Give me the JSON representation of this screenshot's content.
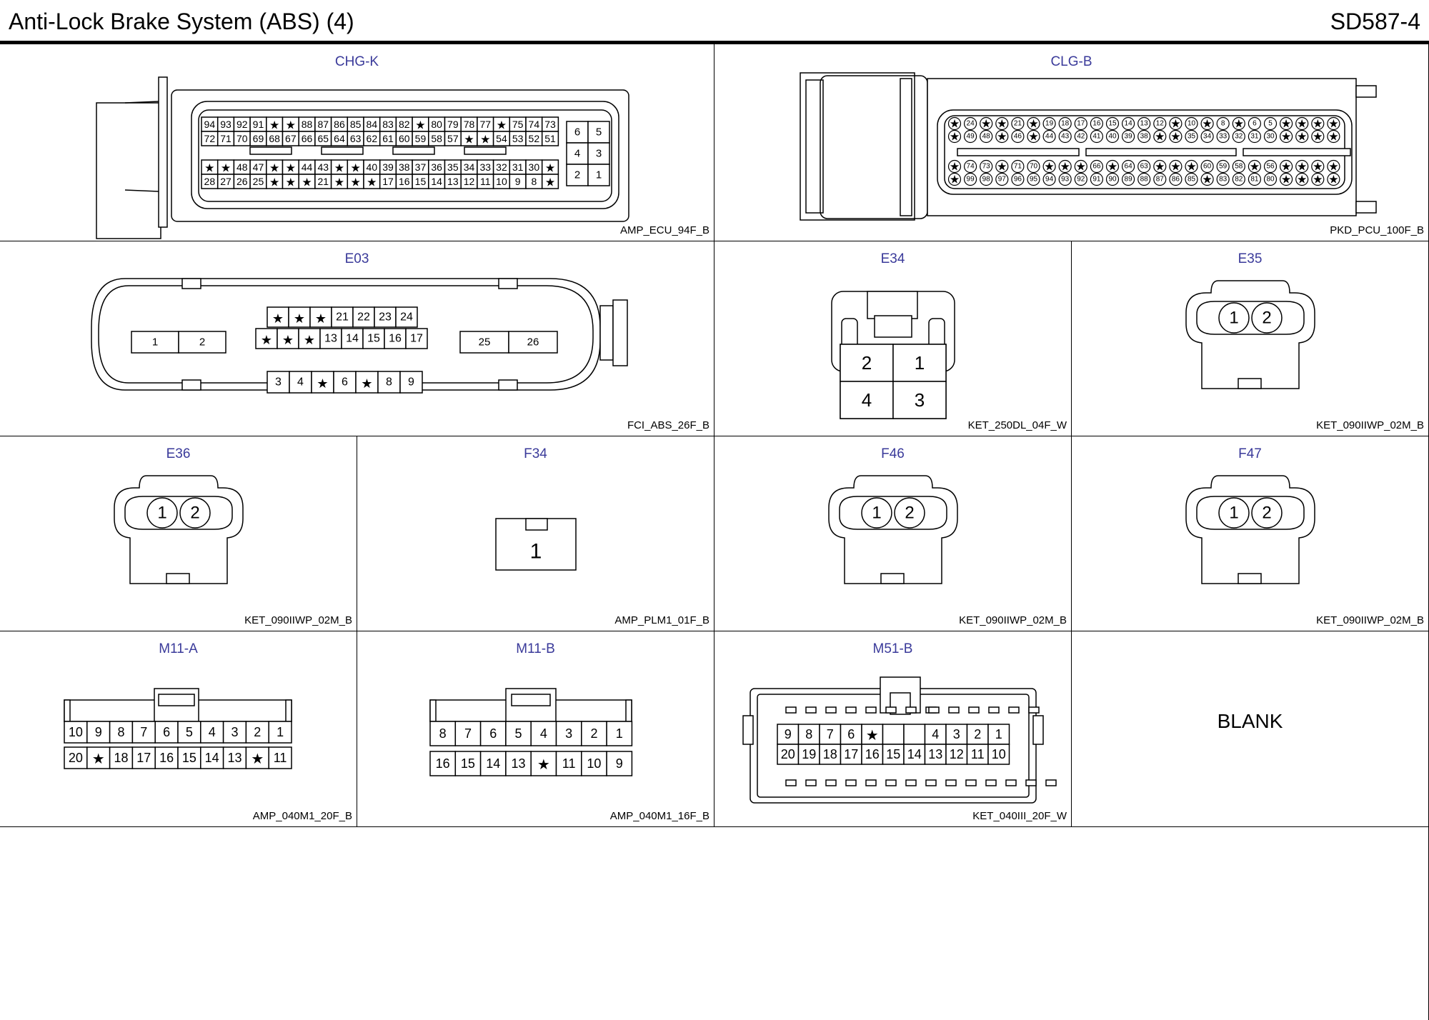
{
  "header": {
    "title": "Anti-Lock Brake System (ABS) (4)",
    "code": "SD587-4"
  },
  "connectors": {
    "chg_k": {
      "name": "CHG-K",
      "code": "AMP_ECU_94F_B",
      "rows": [
        [
          "94",
          "93",
          "92",
          "91",
          "*",
          "*",
          "88",
          "87",
          "86",
          "85",
          "84",
          "83",
          "82",
          "*",
          "80",
          "79",
          "78",
          "77",
          "*",
          "75",
          "74",
          "73"
        ],
        [
          "72",
          "71",
          "70",
          "69",
          "68",
          "67",
          "66",
          "65",
          "64",
          "63",
          "62",
          "61",
          "60",
          "59",
          "58",
          "57",
          "*",
          "*",
          "54",
          "53",
          "52",
          "51"
        ],
        [
          "*",
          "*",
          "48",
          "47",
          "*",
          "*",
          "44",
          "43",
          "*",
          "*",
          "40",
          "39",
          "38",
          "37",
          "36",
          "35",
          "34",
          "33",
          "32",
          "31",
          "30",
          "*"
        ],
        [
          "28",
          "27",
          "26",
          "25",
          "*",
          "*",
          "*",
          "21",
          "*",
          "*",
          "*",
          "17",
          "16",
          "15",
          "14",
          "13",
          "12",
          "11",
          "10",
          "9",
          "8",
          "*"
        ]
      ],
      "side": [
        [
          "6",
          "5"
        ],
        [
          "4",
          "3"
        ],
        [
          "2",
          "1"
        ]
      ]
    },
    "clg_b": {
      "name": "CLG-B",
      "code": "PKD_PCU_100F_B",
      "rows": [
        [
          "*",
          "24",
          "*",
          "*",
          "21",
          "*",
          "19",
          "18",
          "17",
          "16",
          "15",
          "14",
          "13",
          "12",
          "*",
          "10",
          "*",
          "8",
          "*",
          "6",
          "5",
          "*",
          "*",
          "*",
          "*"
        ],
        [
          "*",
          "49",
          "48",
          "*",
          "46",
          "*",
          "44",
          "43",
          "42",
          "41",
          "40",
          "39",
          "38",
          "*",
          "*",
          "35",
          "34",
          "33",
          "32",
          "31",
          "30",
          "*",
          "*",
          "*",
          "*"
        ],
        [
          "*",
          "74",
          "73",
          "*",
          "71",
          "70",
          "*",
          "*",
          "*",
          "66",
          "*",
          "64",
          "63",
          "*",
          "*",
          "*",
          "60",
          "59",
          "58",
          "*",
          "56",
          "*",
          "*",
          "*",
          "*"
        ],
        [
          "*",
          "99",
          "98",
          "97",
          "96",
          "95",
          "94",
          "93",
          "92",
          "91",
          "90",
          "89",
          "88",
          "87",
          "86",
          "85",
          "*",
          "83",
          "82",
          "81",
          "80",
          "*",
          "*",
          "*",
          "*"
        ]
      ]
    },
    "e03": {
      "name": "E03",
      "code": "FCI_ABS_26F_B",
      "left": [
        "1",
        "2"
      ],
      "top1": [
        "*",
        "*",
        "*",
        "21",
        "22",
        "23",
        "24"
      ],
      "top2": [
        "*",
        "*",
        "*",
        "13",
        "14",
        "15",
        "16",
        "17"
      ],
      "right": [
        "25",
        "26"
      ],
      "bottom": [
        "3",
        "4",
        "*",
        "6",
        "*",
        "8",
        "9"
      ]
    },
    "e34": {
      "name": "E34",
      "code": "KET_250DL_04F_W",
      "pins": [
        "2",
        "1",
        "4",
        "3"
      ]
    },
    "e35": {
      "name": "E35",
      "code": "KET_090IIWP_02M_B",
      "pins": [
        "1",
        "2"
      ]
    },
    "e36": {
      "name": "E36",
      "code": "KET_090IIWP_02M_B",
      "pins": [
        "1",
        "2"
      ]
    },
    "f34": {
      "name": "F34",
      "code": "AMP_PLM1_01F_B",
      "pins": [
        "1"
      ]
    },
    "f46": {
      "name": "F46",
      "code": "KET_090IIWP_02M_B",
      "pins": [
        "1",
        "2"
      ]
    },
    "f47": {
      "name": "F47",
      "code": "KET_090IIWP_02M_B",
      "pins": [
        "1",
        "2"
      ]
    },
    "m11_a": {
      "name": "M11-A",
      "code": "AMP_040M1_20F_B",
      "rows": [
        [
          "10",
          "9",
          "8",
          "7",
          "6",
          "5",
          "4",
          "3",
          "2",
          "1"
        ],
        [
          "20",
          "*",
          "18",
          "17",
          "16",
          "15",
          "14",
          "13",
          "*",
          "11"
        ]
      ]
    },
    "m11_b": {
      "name": "M11-B",
      "code": "AMP_040M1_16F_B",
      "rows": [
        [
          "8",
          "7",
          "6",
          "5",
          "4",
          "3",
          "2",
          "1"
        ],
        [
          "16",
          "15",
          "14",
          "13",
          "*",
          "11",
          "10",
          "9"
        ]
      ]
    },
    "m51_b": {
      "name": "M51-B",
      "code": "KET_040III_20F_W",
      "rows": [
        [
          "9",
          "8",
          "7",
          "6",
          "*",
          "",
          "",
          "4",
          "3",
          "2",
          "1"
        ],
        [
          "20",
          "19",
          "18",
          "17",
          "16",
          "15",
          "14",
          "13",
          "12",
          "11",
          "10"
        ]
      ]
    },
    "blank": {
      "label": "BLANK"
    }
  }
}
